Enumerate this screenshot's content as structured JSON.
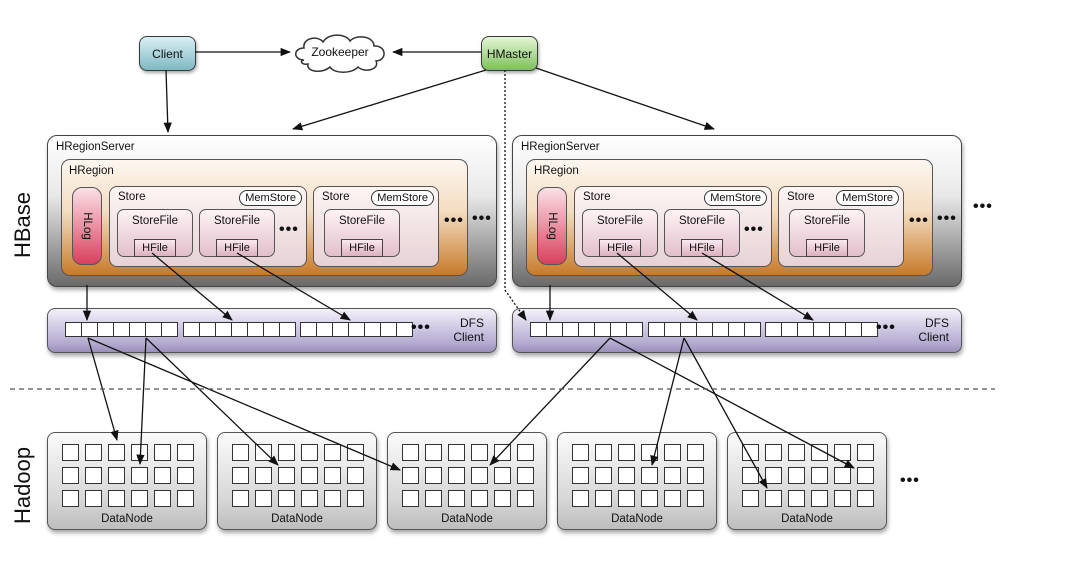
{
  "sections": {
    "hbase_label": "HBase",
    "hadoop_label": "Hadoop"
  },
  "top": {
    "client": "Client",
    "zookeeper": "Zookeeper",
    "hmaster": "HMaster"
  },
  "region_servers": [
    {
      "title": "HRegionServer",
      "region_title": "HRegion",
      "hlog": "HLog",
      "stores": [
        {
          "title": "Store",
          "memstore": "MemStore",
          "storefiles": [
            {
              "title": "StoreFile",
              "hfile": "HFile"
            },
            {
              "title": "StoreFile",
              "hfile": "HFile"
            }
          ],
          "more": "•••"
        },
        {
          "title": "Store",
          "memstore": "MemStore",
          "storefiles": [
            {
              "title": "StoreFile",
              "hfile": "HFile"
            }
          ]
        }
      ],
      "more_stores": "•••",
      "more_regions": "•••",
      "dfs_client": [
        "DFS",
        "Client"
      ],
      "dfs_more": "•••"
    },
    {
      "title": "HRegionServer",
      "region_title": "HRegion",
      "hlog": "HLog",
      "stores": [
        {
          "title": "Store",
          "memstore": "MemStore",
          "storefiles": [
            {
              "title": "StoreFile",
              "hfile": "HFile"
            },
            {
              "title": "StoreFile",
              "hfile": "HFile"
            }
          ],
          "more": "•••"
        },
        {
          "title": "Store",
          "memstore": "MemStore",
          "storefiles": [
            {
              "title": "StoreFile",
              "hfile": "HFile"
            }
          ]
        }
      ],
      "more_stores": "•••",
      "more_regions": "•••",
      "dfs_client": [
        "DFS",
        "Client"
      ],
      "dfs_more": "•••"
    }
  ],
  "more_servers": "•••",
  "datanodes": [
    {
      "label": "DataNode"
    },
    {
      "label": "DataNode"
    },
    {
      "label": "DataNode"
    },
    {
      "label": "DataNode"
    },
    {
      "label": "DataNode"
    }
  ],
  "more_datanodes": "•••"
}
